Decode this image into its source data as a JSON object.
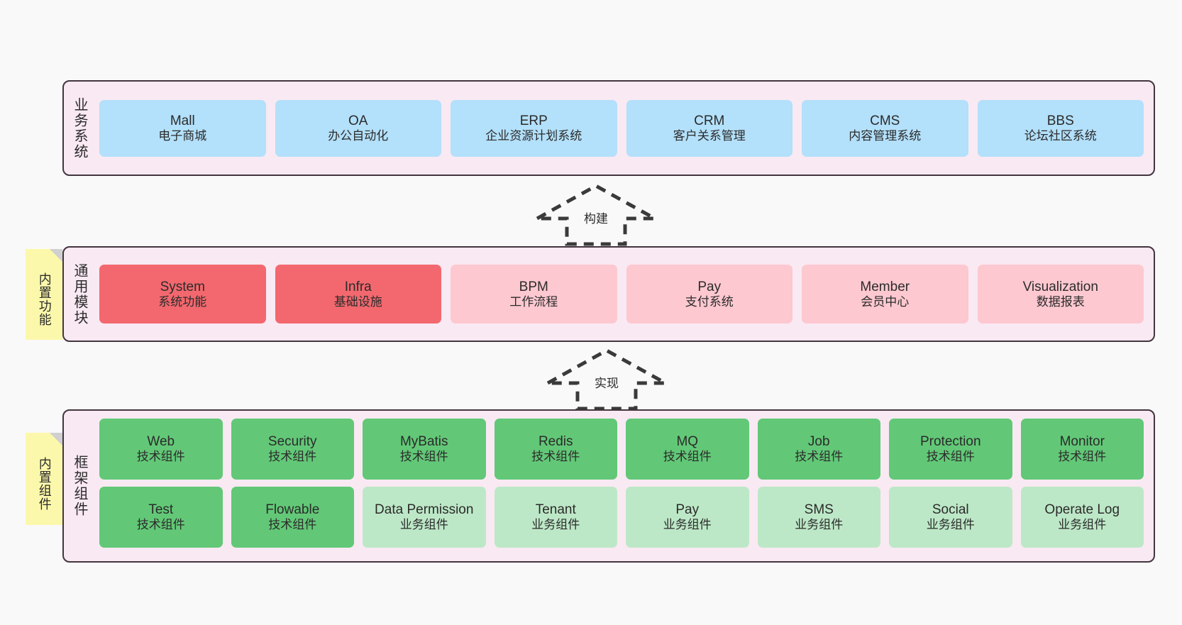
{
  "diagram": {
    "background_color": "#f9f9f9",
    "panel_color": "#f9e9f3",
    "panel_border_color": "#43353f"
  },
  "layers": {
    "business": {
      "title": "业务系统",
      "accent_color": "#b3e0fa",
      "items": [
        {
          "en": "Mall",
          "cn": "电子商城"
        },
        {
          "en": "OA",
          "cn": "办公自动化"
        },
        {
          "en": "ERP",
          "cn": "企业资源计划系统"
        },
        {
          "en": "CRM",
          "cn": "客户关系管理"
        },
        {
          "en": "CMS",
          "cn": "内容管理系统"
        },
        {
          "en": "BBS",
          "cn": "论坛社区系统"
        }
      ]
    },
    "modules": {
      "title": "通用模块",
      "sticky_note": "内置功能",
      "core_color": "#f2686e",
      "plain_color": "#fdc8d0",
      "items": [
        {
          "en": "System",
          "cn": "系统功能",
          "kind": "core"
        },
        {
          "en": "Infra",
          "cn": "基础设施",
          "kind": "core"
        },
        {
          "en": "BPM",
          "cn": "工作流程",
          "kind": "plain"
        },
        {
          "en": "Pay",
          "cn": "支付系统",
          "kind": "plain"
        },
        {
          "en": "Member",
          "cn": "会员中心",
          "kind": "plain"
        },
        {
          "en": "Visualization",
          "cn": "数据报表",
          "kind": "plain"
        }
      ]
    },
    "framework": {
      "title": "框架组件",
      "sticky_note": "内置组件",
      "tech_color": "#62c877",
      "biz_color": "#bde8c7",
      "row1": [
        {
          "en": "Web",
          "cn": "技术组件"
        },
        {
          "en": "Security",
          "cn": "技术组件"
        },
        {
          "en": "MyBatis",
          "cn": "技术组件"
        },
        {
          "en": "Redis",
          "cn": "技术组件"
        },
        {
          "en": "MQ",
          "cn": "技术组件"
        },
        {
          "en": "Job",
          "cn": "技术组件"
        },
        {
          "en": "Protection",
          "cn": "技术组件"
        },
        {
          "en": "Monitor",
          "cn": "技术组件"
        }
      ],
      "row2": [
        {
          "en": "Test",
          "cn": "技术组件"
        },
        {
          "en": "Flowable",
          "cn": "技术组件"
        },
        {
          "en": "Data Permission",
          "cn": "业务组件"
        },
        {
          "en": "Tenant",
          "cn": "业务组件"
        },
        {
          "en": "Pay",
          "cn": "业务组件"
        },
        {
          "en": "SMS",
          "cn": "业务组件"
        },
        {
          "en": "Social",
          "cn": "业务组件"
        },
        {
          "en": "Operate Log",
          "cn": "业务组件"
        }
      ]
    }
  },
  "arrows": [
    {
      "name": "build",
      "label": "构建",
      "direction": "up",
      "style": "dashed-hollow"
    },
    {
      "name": "implement",
      "label": "实现",
      "direction": "up",
      "style": "dashed-hollow"
    }
  ]
}
